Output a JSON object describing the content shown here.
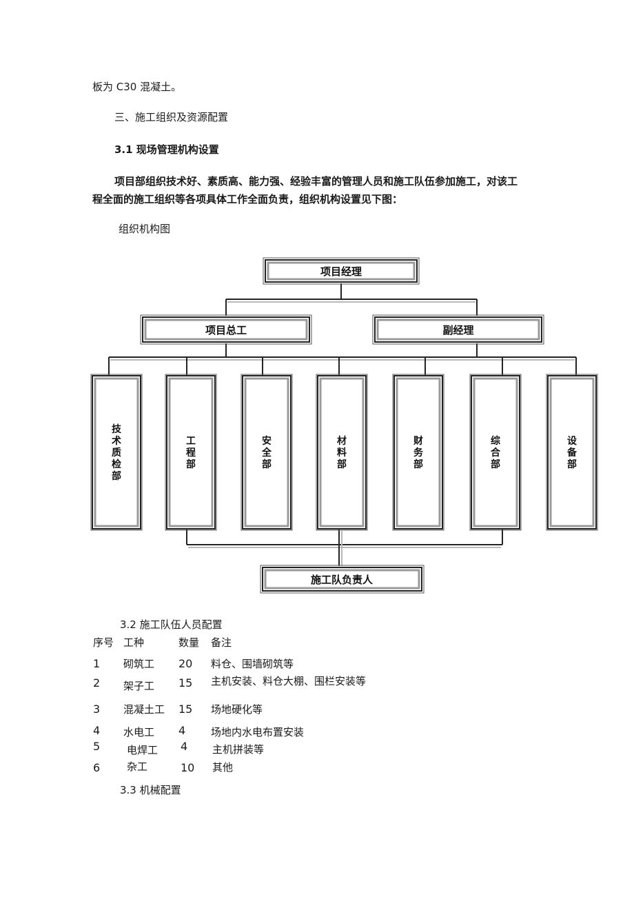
{
  "doc": {
    "line1": "板为 C30 混凝土。",
    "section3": "三、施工组织及资源配置",
    "sub31": "3.1 现场管理机构设置",
    "para1": "项目部组织技术好、素质高、能力强、经验丰富的管理人员和施工队伍参加施工，对该工",
    "para2": "程全面的施工组织等各项具体工作全面负责，组织机构设置见下图：",
    "figcap": "组织机构图",
    "sub32": "3.2 施工队伍人员配置",
    "sub33": "3.3 机械配置"
  },
  "org_chart": {
    "top": "项目经理",
    "mid_left": "项目总工",
    "mid_right": "副经理",
    "departments": [
      "技术质检部",
      "工程部",
      "安全部",
      "材料部",
      "财务部",
      "综合部",
      "设备部"
    ],
    "bottom": "施工队负责人"
  },
  "staff_table": {
    "headers": [
      "序号",
      "工种",
      "数量",
      "备注"
    ],
    "rows": [
      [
        "1",
        "砌筑工",
        "20",
        "料仓、围墙砌筑等"
      ],
      [
        "2",
        "架子工",
        "15",
        "主机安装、料仓大棚、围栏安装等"
      ],
      [
        "3",
        "混凝土工",
        "15",
        "场地硬化等"
      ],
      [
        "4",
        "水电工",
        "4",
        "场地内水电布置安装"
      ],
      [
        "5",
        "电焊工",
        "4",
        "主机拼装等"
      ],
      [
        "6",
        "杂工",
        "10",
        "其他"
      ]
    ]
  }
}
